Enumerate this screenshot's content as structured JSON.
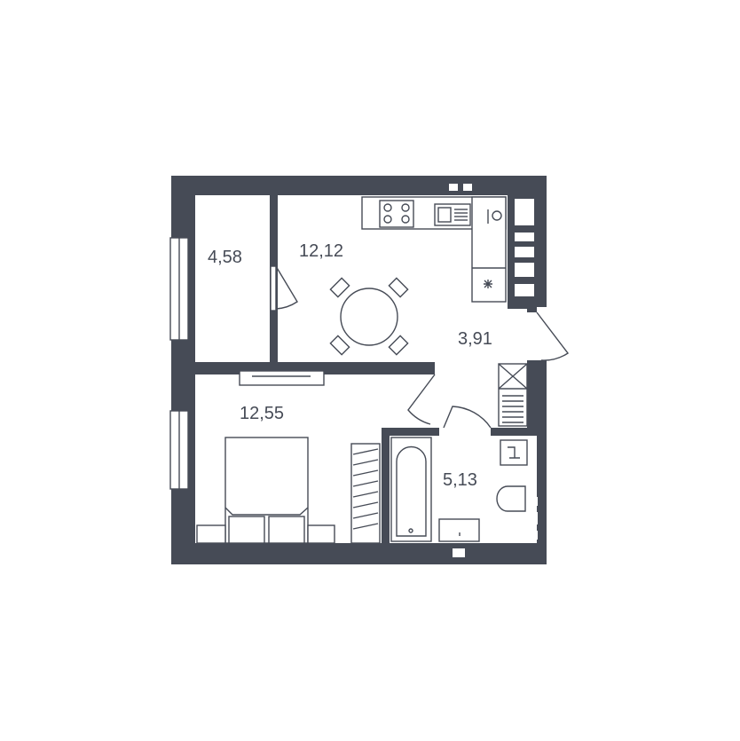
{
  "rooms": [
    {
      "id": "balcony",
      "area": "4,58"
    },
    {
      "id": "kitchen-living",
      "area": "12,12"
    },
    {
      "id": "hall",
      "area": "3,91"
    },
    {
      "id": "bedroom",
      "area": "12,55"
    },
    {
      "id": "bathroom",
      "area": "5,13"
    }
  ],
  "colors": {
    "wall": "#464b56",
    "background": "#ffffff"
  }
}
